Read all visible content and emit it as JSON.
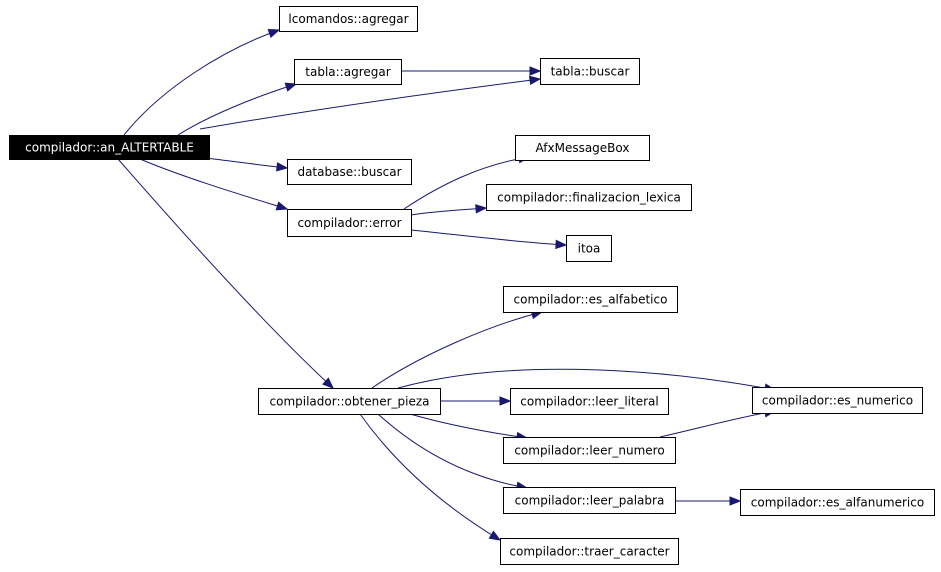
{
  "graph": {
    "colors": {
      "edge": "#191970",
      "root_fill": "#000000",
      "root_text": "#ffffff",
      "node_fill": "#ffffff",
      "node_border": "#000000"
    },
    "nodes": [
      {
        "id": "root",
        "label": "compilador::an_ALTERTABLE",
        "root": true
      },
      {
        "id": "lcomandos_agregar",
        "label": "lcomandos::agregar"
      },
      {
        "id": "tabla_agregar",
        "label": "tabla::agregar"
      },
      {
        "id": "tabla_buscar",
        "label": "tabla::buscar"
      },
      {
        "id": "database_buscar",
        "label": "database::buscar"
      },
      {
        "id": "error",
        "label": "compilador::error"
      },
      {
        "id": "afxmessagebox",
        "label": "AfxMessageBox"
      },
      {
        "id": "finalizacion_lexica",
        "label": "compilador::finalizacion_lexica"
      },
      {
        "id": "itoa",
        "label": "itoa"
      },
      {
        "id": "obtener_pieza",
        "label": "compilador::obtener_pieza"
      },
      {
        "id": "es_alfabetico",
        "label": "compilador::es_alfabetico"
      },
      {
        "id": "leer_literal",
        "label": "compilador::leer_literal"
      },
      {
        "id": "es_numerico",
        "label": "compilador::es_numerico"
      },
      {
        "id": "leer_numero",
        "label": "compilador::leer_numero"
      },
      {
        "id": "leer_palabra",
        "label": "compilador::leer_palabra"
      },
      {
        "id": "es_alfanumerico",
        "label": "compilador::es_alfanumerico"
      },
      {
        "id": "traer_caracter",
        "label": "compilador::traer_caracter"
      }
    ],
    "edges": [
      {
        "from": "root",
        "to": "lcomandos_agregar"
      },
      {
        "from": "root",
        "to": "tabla_agregar"
      },
      {
        "from": "root",
        "to": "tabla_buscar"
      },
      {
        "from": "root",
        "to": "database_buscar"
      },
      {
        "from": "root",
        "to": "error"
      },
      {
        "from": "root",
        "to": "obtener_pieza"
      },
      {
        "from": "tabla_agregar",
        "to": "tabla_buscar"
      },
      {
        "from": "error",
        "to": "afxmessagebox"
      },
      {
        "from": "error",
        "to": "finalizacion_lexica"
      },
      {
        "from": "error",
        "to": "itoa"
      },
      {
        "from": "obtener_pieza",
        "to": "es_alfabetico"
      },
      {
        "from": "obtener_pieza",
        "to": "es_numerico"
      },
      {
        "from": "obtener_pieza",
        "to": "leer_literal"
      },
      {
        "from": "obtener_pieza",
        "to": "leer_numero"
      },
      {
        "from": "obtener_pieza",
        "to": "leer_palabra"
      },
      {
        "from": "obtener_pieza",
        "to": "traer_caracter"
      },
      {
        "from": "leer_numero",
        "to": "es_numerico"
      },
      {
        "from": "leer_palabra",
        "to": "es_alfanumerico"
      }
    ]
  }
}
